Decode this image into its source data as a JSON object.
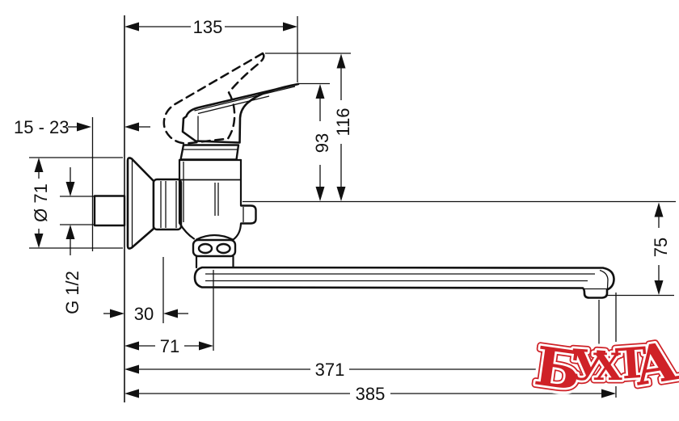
{
  "drawing": {
    "title": "wall-mounted single-lever bath mixer installation drawing",
    "dims": {
      "width135": "135",
      "range1523": "15 - 23",
      "dia71": "Ø 71",
      "thread": "G 1/2",
      "h93": "93",
      "h116": "116",
      "off30": "30",
      "off71": "71",
      "drop75": "75",
      "reach371": "371",
      "reach385": "385"
    }
  },
  "watermark": {
    "text": "БУХТА",
    "letters": [
      "Б",
      "У",
      "Х",
      "Т",
      "А"
    ],
    "color": "#cf2127",
    "halo": "#ffffff"
  },
  "colors": {
    "ink": "#111111",
    "background": "#ffffff"
  }
}
